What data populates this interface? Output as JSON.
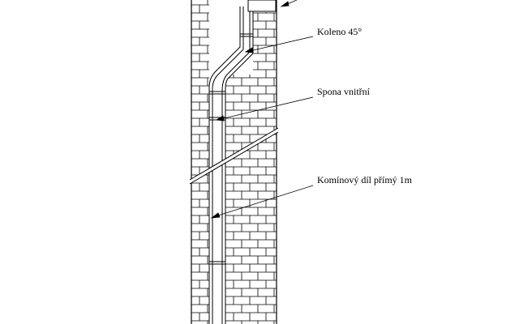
{
  "diagram": {
    "labels": {
      "elbow": "Koleno 45°",
      "inner_clamp": "Spona vnitřní",
      "straight_section": "Komínový díl přímý 1m"
    },
    "colors": {
      "ink": "#000000",
      "background": "#ffffff"
    }
  }
}
